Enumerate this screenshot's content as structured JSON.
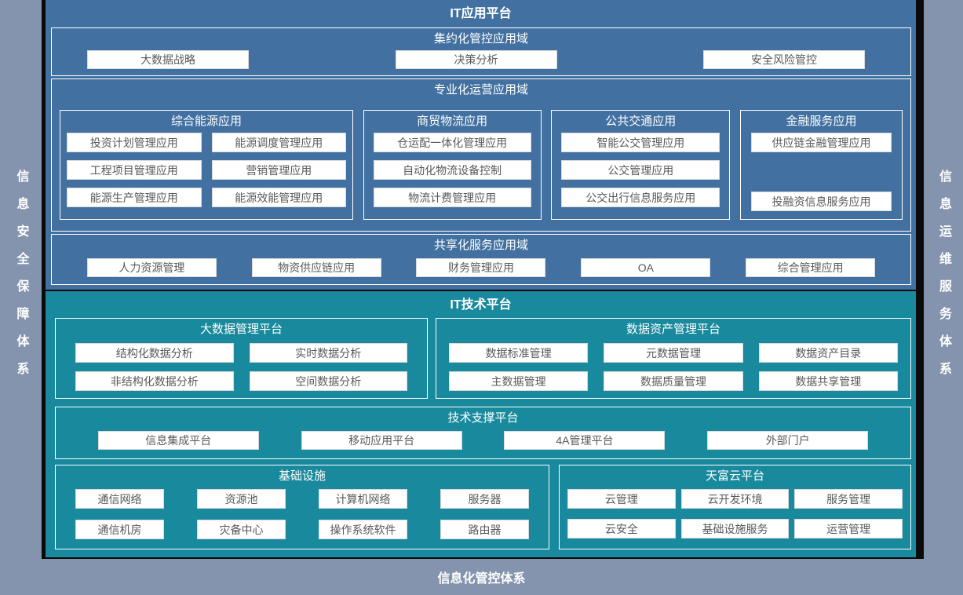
{
  "colors": {
    "background": "#8594AE",
    "frame_border": "#0a0a0a",
    "app_platform_blue": "#4271A1",
    "tech_platform_teal": "#19899D",
    "item_text": "#595959",
    "title_text": "#ffffff"
  },
  "rails": {
    "left": "信息安全保障体系",
    "right": "信息运维服务体系",
    "bottom": "信息化管控体系"
  },
  "app": {
    "title": "IT应用平台",
    "domain1": {
      "title": "集约化管控应用域",
      "items": [
        "大数据战略",
        "决策分析",
        "安全风险管控"
      ]
    },
    "domain2": {
      "title": "专业化运营应用域",
      "group1": {
        "title": "综合能源应用",
        "items": [
          "投资计划管理应用",
          "能源调度管理应用",
          "工程项目管理应用",
          "营销管理应用",
          "能源生产管理应用",
          "能源效能管理应用"
        ]
      },
      "group2": {
        "title": "商贸物流应用",
        "items": [
          "仓运配一体化管理应用",
          "自动化物流设备控制",
          "物流计费管理应用"
        ]
      },
      "group3": {
        "title": "公共交通应用",
        "items": [
          "智能公交管理应用",
          "公交管理应用",
          "公交出行信息服务应用"
        ]
      },
      "group4": {
        "title": "金融服务应用",
        "items": [
          "供应链金融管理应用",
          "投融资信息服务应用"
        ]
      }
    },
    "domain3": {
      "title": "共享化服务应用域",
      "items": [
        "人力资源管理",
        "物资供应链应用",
        "财务管理应用",
        "OA",
        "综合管理应用"
      ]
    }
  },
  "tech": {
    "title": "IT技术平台",
    "bigdata": {
      "title": "大数据管理平台",
      "items": [
        "结构化数据分析",
        "实时数据分析",
        "非结构化数据分析",
        "空间数据分析"
      ]
    },
    "dataasset": {
      "title": "数据资产管理平台",
      "items": [
        "数据标准管理",
        "元数据管理",
        "数据资产目录",
        "主数据管理",
        "数据质量管理",
        "数据共享管理"
      ]
    },
    "support": {
      "title": "技术支撑平台",
      "items": [
        "信息集成平台",
        "移动应用平台",
        "4A管理平台",
        "外部门户"
      ]
    },
    "infra": {
      "title": "基础设施",
      "items": [
        "通信网络",
        "资源池",
        "计算机网络",
        "服务器",
        "通信机房",
        "灾备中心",
        "操作系统软件",
        "路由器"
      ]
    },
    "cloud": {
      "title": "天富云平台",
      "items": [
        "云管理",
        "云开发环境",
        "服务管理",
        "云安全",
        "基础设施服务",
        "运营管理"
      ]
    }
  }
}
